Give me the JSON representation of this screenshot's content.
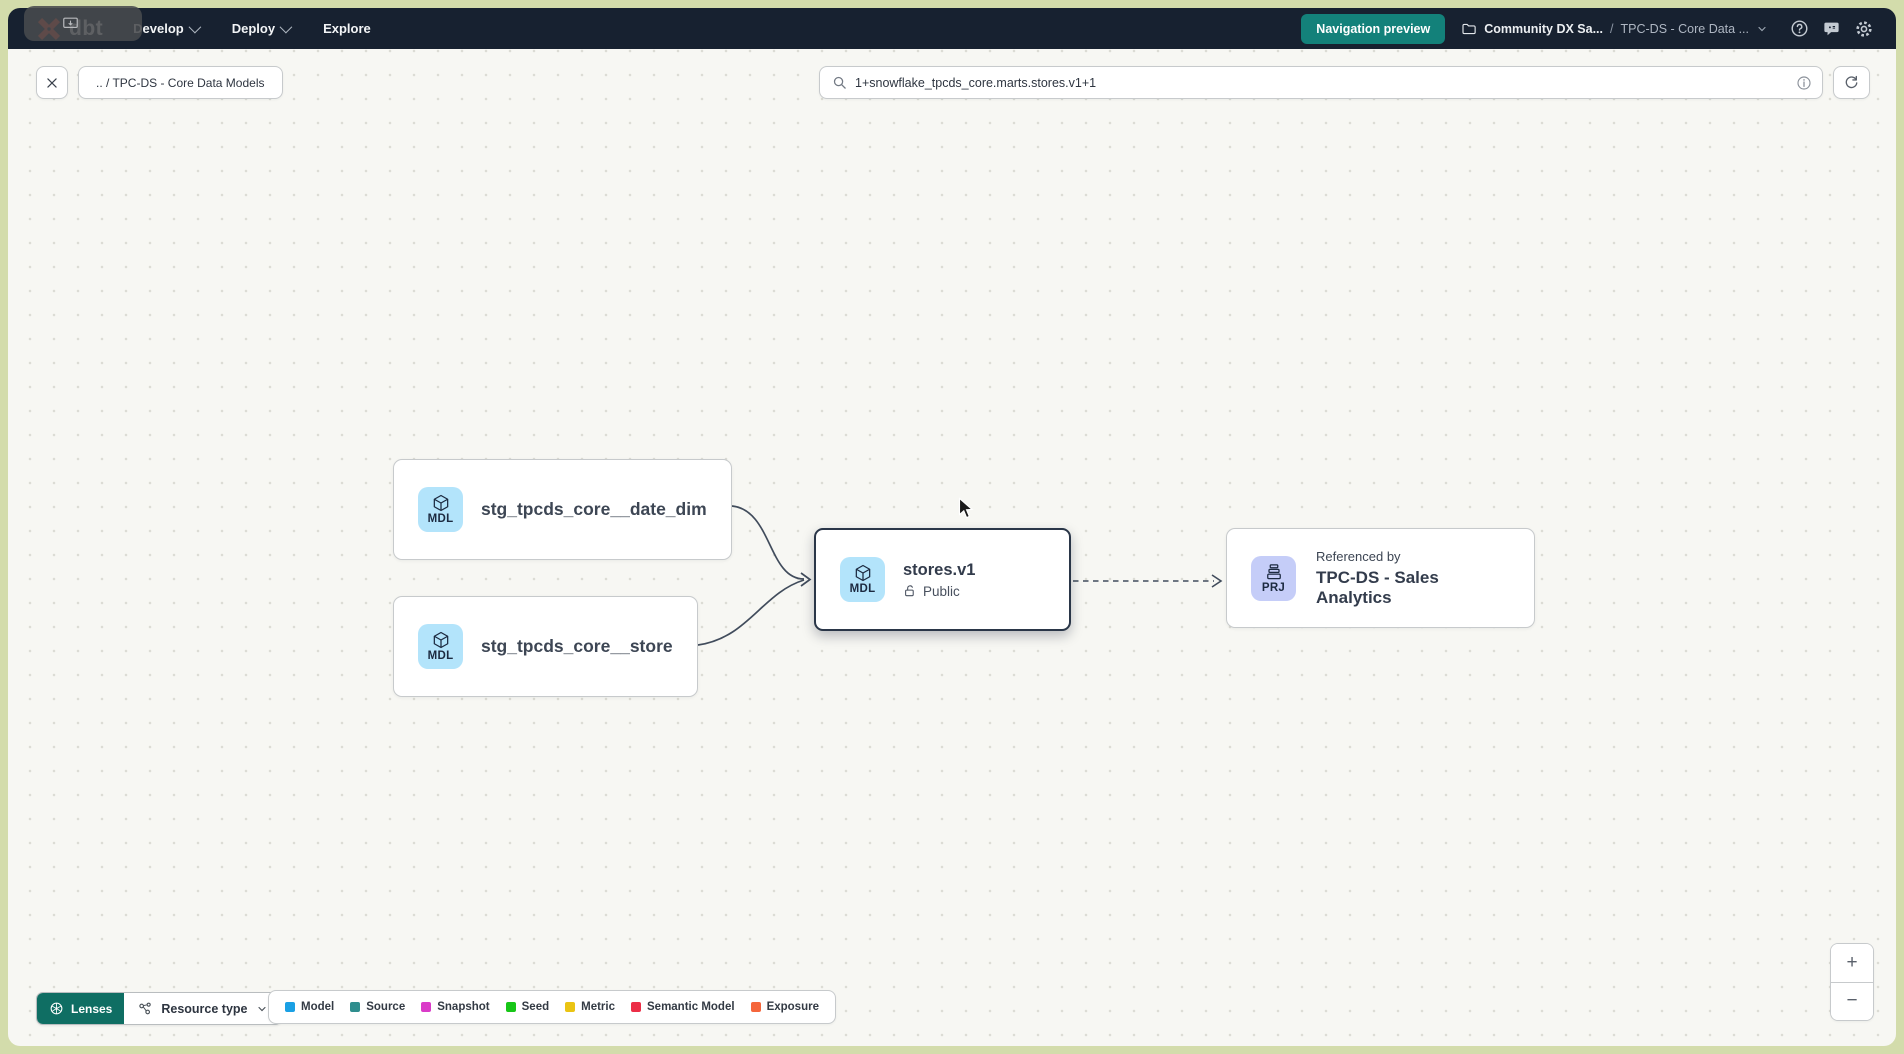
{
  "header": {
    "logo_text": "dbt",
    "nav": [
      {
        "label": "Develop"
      },
      {
        "label": "Deploy"
      },
      {
        "label": "Explore"
      }
    ],
    "preview_button": "Navigation preview",
    "account": "Community DX Sa...",
    "separator": "/",
    "project": "TPC-DS - Core Data ..."
  },
  "toolbar": {
    "breadcrumb": ".. / TPC-DS - Core Data Models",
    "search_value": "1+snowflake_tpcds_core.marts.stores.v1+1"
  },
  "graph": {
    "nodes": {
      "date_dim": {
        "badge": "MDL",
        "label": "stg_tpcds_core__date_dim"
      },
      "store": {
        "badge": "MDL",
        "label": "stg_tpcds_core__store"
      },
      "stores_v1": {
        "badge": "MDL",
        "label": "stores.v1",
        "access": "Public"
      },
      "referenced_by": {
        "badge": "PRJ",
        "caption": "Referenced by",
        "label": "TPC-DS - Sales Analytics"
      }
    }
  },
  "footer": {
    "lenses": "Lenses",
    "resource_type": "Resource type",
    "legend": [
      {
        "label": "Model",
        "color": "#1aa0e4"
      },
      {
        "label": "Source",
        "color": "#2f8e8e"
      },
      {
        "label": "Snapshot",
        "color": "#da3bc8"
      },
      {
        "label": "Seed",
        "color": "#17c617"
      },
      {
        "label": "Metric",
        "color": "#eac413"
      },
      {
        "label": "Semantic Model",
        "color": "#ec2e47"
      },
      {
        "label": "Exposure",
        "color": "#f5663c"
      }
    ],
    "zoom_in": "+",
    "zoom_out": "−"
  },
  "colors": {
    "header_bg": "#172130",
    "canvas_bg": "#f7f7f3",
    "accent_teal": "#13817a",
    "lenses_teal": "#0f6e63",
    "brand_orange": "#ff4f2e",
    "model_badge_bg": "#b3e4fb",
    "project_badge_bg": "#c5cdf8",
    "selected_border": "#2a3648"
  }
}
